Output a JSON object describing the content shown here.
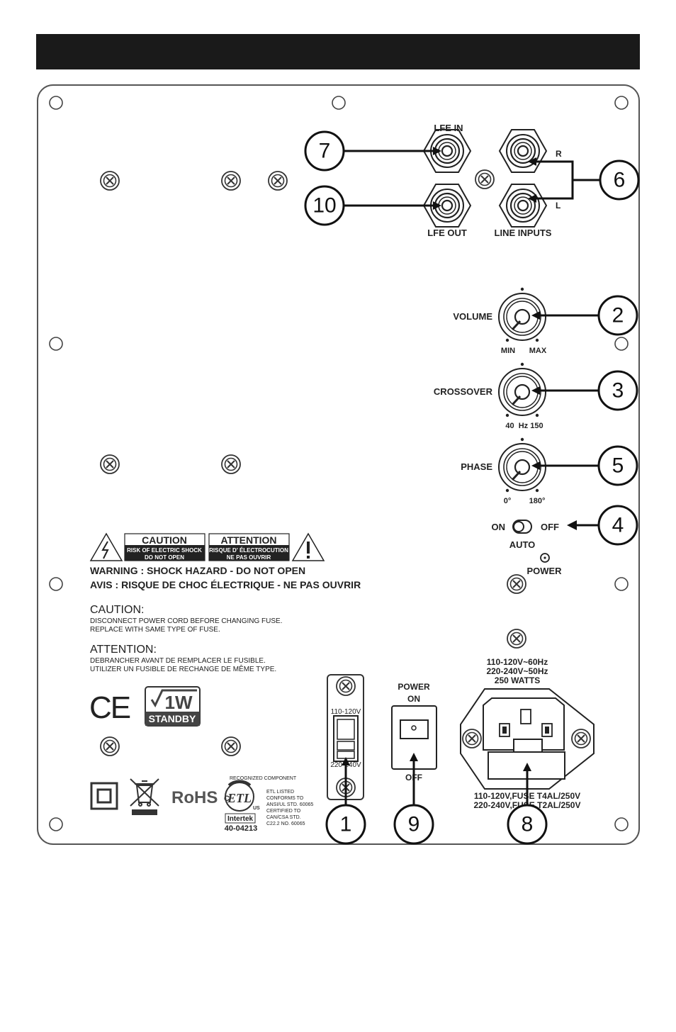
{
  "panel": {
    "lfe_in": "LFE IN",
    "lfe_out": "LFE OUT",
    "line_inputs": "LINE INPUTS",
    "r": "R",
    "l": "L",
    "volume": "VOLUME",
    "volume_min": "MIN",
    "volume_max": "MAX",
    "crossover": "CROSSOVER",
    "crossover_scale": "40  Hz 150",
    "phase": "PHASE",
    "phase_min": "0°",
    "phase_max": "180°",
    "switch_on": "ON",
    "switch_off": "OFF",
    "switch_auto": "AUTO",
    "power_led": "POWER",
    "voltage_high": "110-120V",
    "voltage_low": "220-240V",
    "power_switch_top": "POWER",
    "power_switch_on": "ON",
    "power_switch_off": "OFF",
    "power_spec_1": "110-120V~60Hz",
    "power_spec_2": "220-240V~50Hz",
    "power_spec_3": "250 WATTS",
    "fuse_1": "110-120V,FUSE T4AL/250V",
    "fuse_2": "220-240V,FUSE T2AL/250V"
  },
  "warnings": {
    "caution_title": "CAUTION",
    "caution_sub1": "RISK OF ELECTRIC SHOCK",
    "caution_sub2": "DO NOT OPEN",
    "attention_title": "ATTENTION",
    "attention_sub1": "RISQUE D' ÉLECTROCUTION",
    "attention_sub2": "NE PAS OUVRIR",
    "warning_en": "WARNING : SHOCK HAZARD - DO NOT OPEN",
    "warning_fr": "AVIS : RISQUE DE CHOC ÉLECTRIQUE - NE PAS OUVRIR",
    "caution_heading": "CAUTION:",
    "caution_line1": "DISCONNECT POWER CORD BEFORE CHANGING FUSE.",
    "caution_line2": "REPLACE WITH SAME TYPE OF FUSE.",
    "attention_heading": "ATTENTION:",
    "attention_line1": "DEBRANCHER AVANT DE REMPLACER LE FUSIBLE.",
    "attention_line2": "UTILIZER UN FUSIBLE DE RECHANGE DE MÊME TYPE."
  },
  "certifications": {
    "ce": "CE",
    "standby_power": "1W",
    "standby": "STANDBY",
    "rohs": "RoHS",
    "recognized": "RECOGNIZED COMPONENT",
    "etl_c": "C",
    "etl_mark": "ETL",
    "etl_us": "US",
    "etl_listed_arc": "LISTED",
    "intertek": "Intertek",
    "intertek_no": "40-04213",
    "etl_1": "ETL LISTED",
    "etl_2": "CONFORMS TO",
    "etl_3": "ANSI/UL STD. 60065",
    "etl_4": "CERTIFIED TO",
    "etl_5": "CAN/CSA STD.",
    "etl_6": "C22.2 NO. 60065"
  },
  "callouts": {
    "c1": "1",
    "c2": "2",
    "c3": "3",
    "c4": "4",
    "c5": "5",
    "c6": "6",
    "c7": "7",
    "c8": "8",
    "c9": "9",
    "c10": "10"
  },
  "colors": {
    "ink": "#1a1a1a",
    "panel_stroke": "#555555",
    "background": "#ffffff"
  }
}
